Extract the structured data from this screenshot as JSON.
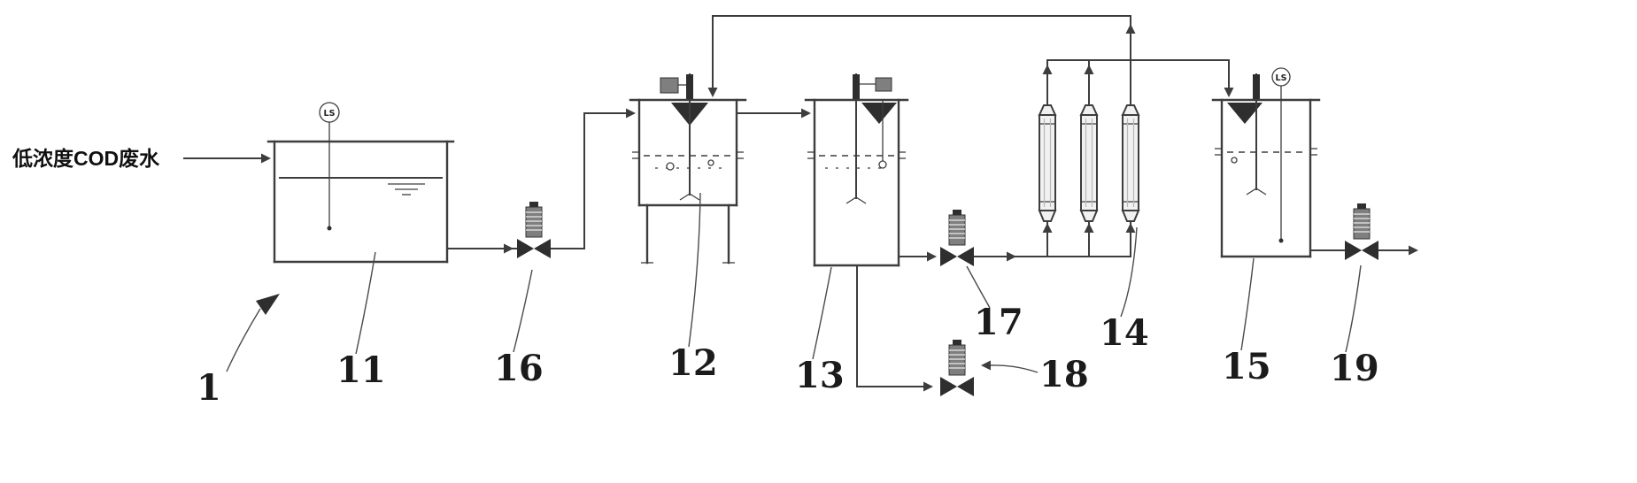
{
  "inlet": {
    "label": "低浓度COD废水"
  },
  "sensors": {
    "tank11": "LS",
    "tank15": "LS"
  },
  "labels": {
    "n1": "1",
    "n11": "11",
    "n12": "12",
    "n13": "13",
    "n14": "14",
    "n15": "15",
    "n16": "16",
    "n17": "17",
    "n18": "18",
    "n19": "19"
  },
  "colors": {
    "line": "#3d3d3d",
    "dark": "#2e2e2e",
    "background": "#ffffff"
  }
}
